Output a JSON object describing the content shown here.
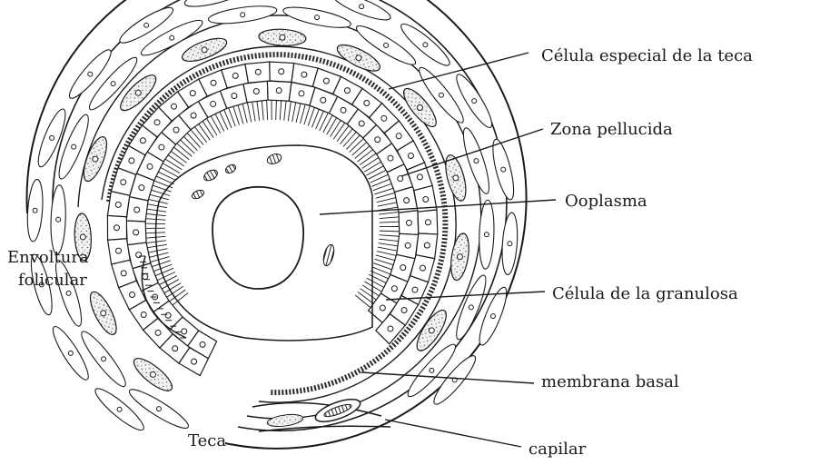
{
  "labels": {
    "celula_especial_teca": "Célula especial de la teca",
    "zona_pellucida": "Zona pellucida",
    "ooplasma": "Ooplasma",
    "envoltura_line1": "Envoltura",
    "envoltura_line2": "folicular",
    "celula_granulosa": "Célula de la granulosa",
    "membrana_basal": "membrana basal",
    "teca": "Teca",
    "capilar": "capilar"
  }
}
